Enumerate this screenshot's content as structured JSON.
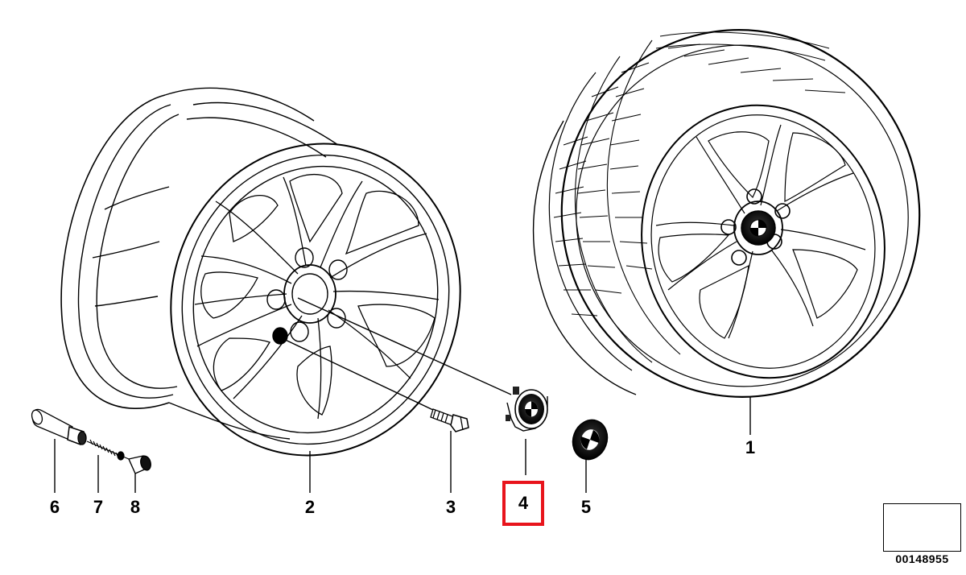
{
  "diagram": {
    "callouts": [
      {
        "id": "1",
        "label": "1"
      },
      {
        "id": "2",
        "label": "2"
      },
      {
        "id": "3",
        "label": "3"
      },
      {
        "id": "4",
        "label": "4"
      },
      {
        "id": "5",
        "label": "5"
      },
      {
        "id": "6",
        "label": "6"
      },
      {
        "id": "7",
        "label": "7"
      },
      {
        "id": "8",
        "label": "8"
      }
    ],
    "highlighted_callout": "4",
    "highlight_color": "#e8141c",
    "reference_number": "00148955",
    "reference_icon": "arrow-icon"
  }
}
